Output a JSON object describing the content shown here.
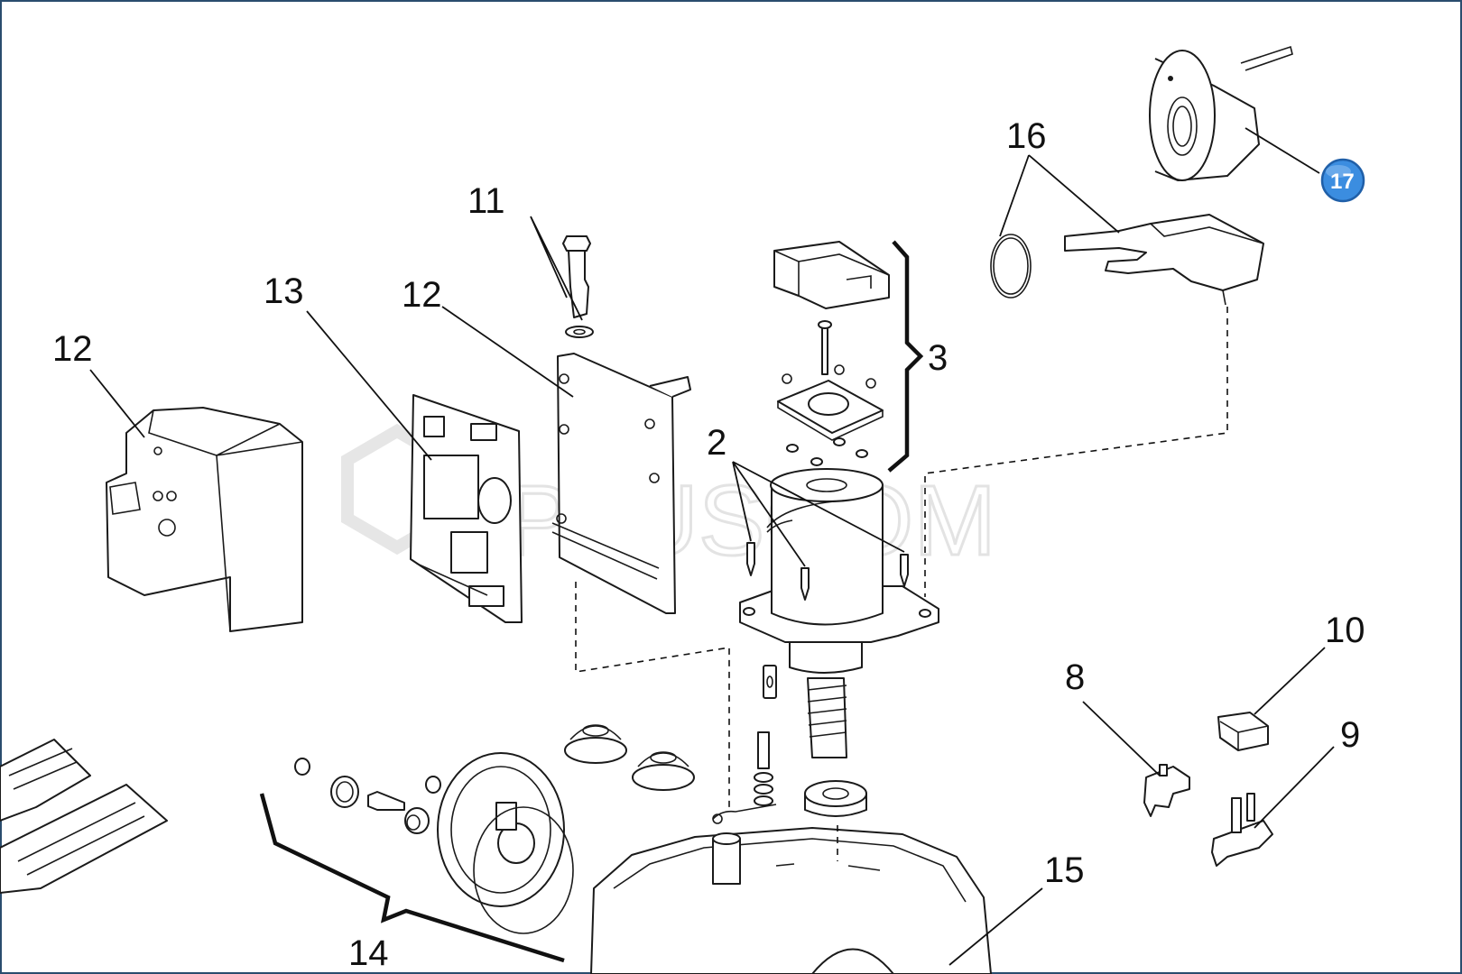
{
  "watermark": {
    "text": "PLUSCOM"
  },
  "colors": {
    "badge_fill": "#3b8de0",
    "badge_stroke": "#1f5fa8",
    "frame": "#2a4d6e"
  },
  "callouts": [
    {
      "id": "c11",
      "label": "11"
    },
    {
      "id": "c13",
      "label": "13"
    },
    {
      "id": "c12a",
      "label": "12"
    },
    {
      "id": "c12b",
      "label": "12"
    },
    {
      "id": "c16",
      "label": "16"
    },
    {
      "id": "c3",
      "label": "3"
    },
    {
      "id": "c2",
      "label": "2"
    },
    {
      "id": "c10",
      "label": "10"
    },
    {
      "id": "c8",
      "label": "8"
    },
    {
      "id": "c9",
      "label": "9"
    },
    {
      "id": "c15",
      "label": "15"
    },
    {
      "id": "c14",
      "label": "14"
    }
  ],
  "highlight_badge": {
    "label": "17",
    "icon": "circle-badge-icon"
  }
}
